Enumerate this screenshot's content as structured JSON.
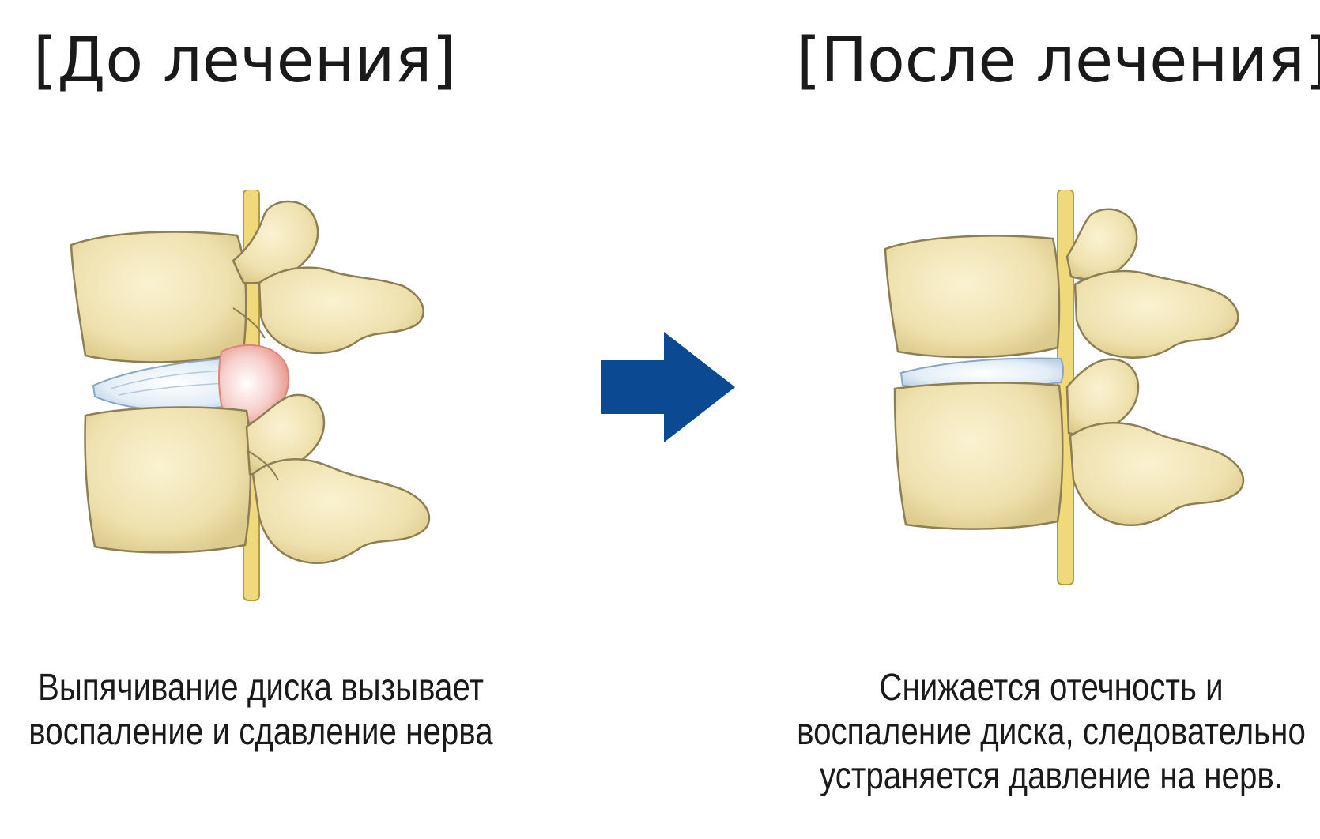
{
  "panels": {
    "before": {
      "title": "[До лечения]",
      "caption_line1": "Выпячивание диска вызывает",
      "caption_line2": "воспаление и сдавление нерва"
    },
    "after": {
      "title": "[После лечения]",
      "caption_line1": "Снижается отечность и",
      "caption_line2": "воспаление диска, следовательно",
      "caption_line3": "устраняется давление на нерв."
    }
  },
  "icons": {
    "arrow": "right-arrow-icon"
  },
  "colors": {
    "bone": "#f2e6b8",
    "bone_outline": "#8d7f55",
    "nerve": "#f0d97a",
    "disc": "#dce9f3",
    "herniation": "#f3b3a8",
    "arrow": "#0b4a92",
    "text": "#1a1a1a"
  }
}
